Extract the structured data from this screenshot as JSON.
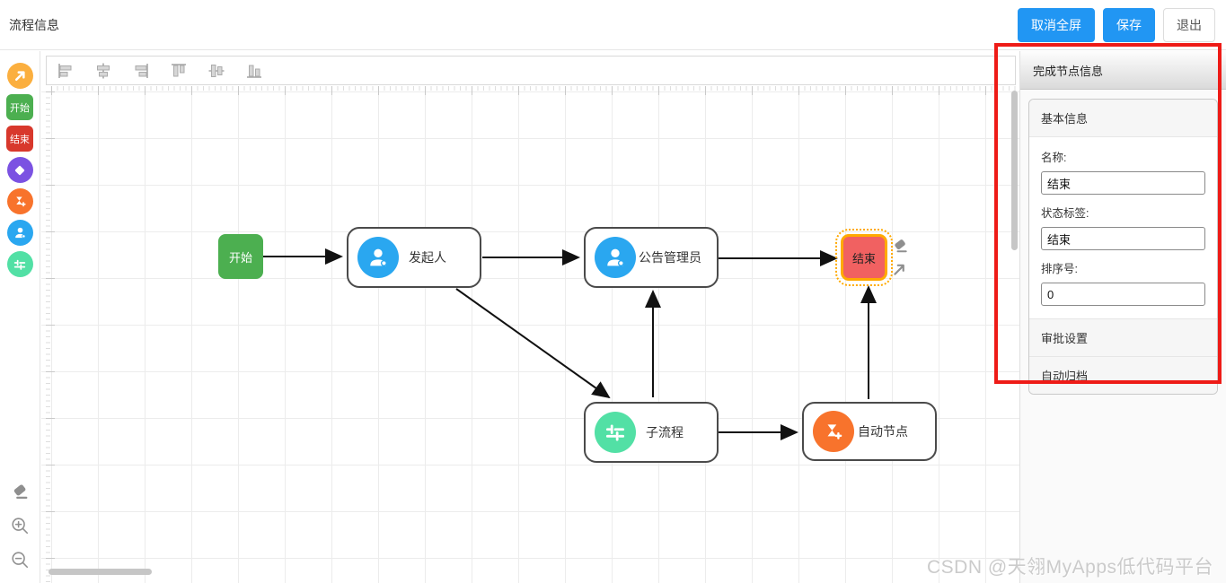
{
  "header": {
    "title": "流程信息",
    "cancel_fullscreen": "取消全屏",
    "save": "保存",
    "exit": "退出"
  },
  "palette": {
    "start_label": "开始",
    "end_label": "结束",
    "icons": [
      "link-arrow-icon",
      "diamond-icon",
      "auto-node-icon",
      "person-icon",
      "subflow-icon"
    ],
    "tools": [
      "eraser-icon",
      "zoom-in-icon",
      "zoom-out-icon"
    ]
  },
  "canvas_toolbar": {
    "icons": [
      "align-left-icon",
      "align-center-horizontal-icon",
      "align-right-icon",
      "align-top-icon",
      "align-middle-vertical-icon",
      "align-bottom-icon"
    ]
  },
  "nodes": {
    "start": "开始",
    "initiator": "发起人",
    "admin": "公告管理员",
    "end": "结束",
    "subflow": "子流程",
    "auto": "自动节点"
  },
  "edges": [
    {
      "from": "start",
      "to": "initiator"
    },
    {
      "from": "initiator",
      "to": "admin"
    },
    {
      "from": "admin",
      "to": "end"
    },
    {
      "from": "initiator",
      "to": "subflow"
    },
    {
      "from": "subflow",
      "to": "admin"
    },
    {
      "from": "subflow",
      "to": "auto"
    },
    {
      "from": "auto",
      "to": "end"
    }
  ],
  "panel": {
    "title": "完成节点信息",
    "basic_section": "基本信息",
    "fields": [
      {
        "label": "名称:",
        "value": "结束"
      },
      {
        "label": "状态标签:",
        "value": "结束"
      },
      {
        "label": "排序号:",
        "value": "0"
      }
    ],
    "approval_section": "审批设置",
    "archive_section": "自动归档"
  },
  "watermark": "CSDN @天翎MyApps低代码平台",
  "colors": {
    "primary_blue": "#2196F3",
    "node_green": "#4CAF50",
    "sidebar_red": "#d8382c",
    "end_fill": "#f16161",
    "selection_orange": "#ffaa00",
    "circle_blue": "#2aa7f0",
    "circle_mint": "#52e0a5",
    "circle_orange": "#f8732c",
    "circle_purple": "#7b52e2",
    "circle_amber": "#fbaf3f",
    "annotation_red": "#ee1b17"
  }
}
